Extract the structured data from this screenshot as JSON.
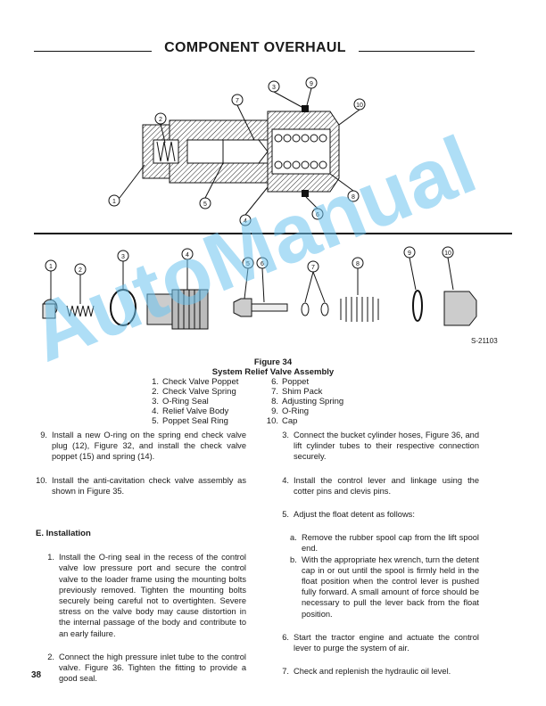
{
  "header": {
    "title": "COMPONENT OVERHAUL"
  },
  "figure": {
    "number": "Figure 34",
    "title": "System Relief Valve Assembly",
    "code": "S-21103",
    "callouts_top": [
      "1",
      "2",
      "3",
      "4",
      "5",
      "6",
      "7",
      "8",
      "9",
      "10"
    ],
    "callouts_exploded": [
      "1",
      "2",
      "3",
      "4",
      "5",
      "6",
      "7",
      "8",
      "9",
      "10"
    ],
    "legend_left": [
      {
        "n": "1.",
        "label": "Check Valve Poppet"
      },
      {
        "n": "2.",
        "label": "Check Valve Spring"
      },
      {
        "n": "3.",
        "label": "O-Ring Seal"
      },
      {
        "n": "4.",
        "label": "Relief Valve Body"
      },
      {
        "n": "5.",
        "label": "Poppet Seal Ring"
      }
    ],
    "legend_right": [
      {
        "n": "6.",
        "label": "Poppet"
      },
      {
        "n": "7.",
        "label": "Shim Pack"
      },
      {
        "n": "8.",
        "label": "Adjusting Spring"
      },
      {
        "n": "9.",
        "label": "O-Ring"
      },
      {
        "n": "10.",
        "label": "Cap"
      }
    ]
  },
  "left_column": {
    "items_top": [
      {
        "n": "9.",
        "text": "Install a new O-ring on the spring end check valve plug (12), Figure 32, and install the check valve poppet (15) and spring (14)."
      },
      {
        "n": "10.",
        "text": "Install the anti-cavitation check valve assembly as shown in Figure 35."
      }
    ],
    "heading": "E.   Installation",
    "items_bottom": [
      {
        "n": "1.",
        "text": "Install the O-ring seal in the recess of the control valve low pressure port and secure the control valve to the loader frame using the mounting bolts previously removed. Tighten the mounting bolts securely being careful not to overtighten. Severe stress on the valve body may cause distortion in the internal passage of the body and contribute to an early failure."
      },
      {
        "n": "2.",
        "text": "Connect the high pressure inlet tube to the control valve. Figure 36. Tighten the fitting to provide a good seal."
      }
    ]
  },
  "right_column": {
    "items": [
      {
        "n": "3.",
        "text": "Connect the bucket cylinder hoses, Figure 36, and lift cylinder tubes to their respective connection securely."
      },
      {
        "n": "4.",
        "text": "Install the control lever and linkage using the cotter pins and clevis pins."
      },
      {
        "n": "5.",
        "text": "Adjust the float detent as follows:"
      }
    ],
    "subitems": [
      {
        "n": "a.",
        "text": "Remove the rubber spool cap from the lift spool end."
      },
      {
        "n": "b.",
        "text": "With the appropriate hex wrench, turn the detent cap in or out until the spool is firmly held in the float position when the control lever is pushed fully forward. A small amount of force should be necessary to pull the lever back from the float position."
      }
    ],
    "items_after": [
      {
        "n": "6.",
        "text": "Start the tractor engine and actuate the control lever to purge the system of air."
      },
      {
        "n": "7.",
        "text": "Check and replenish the hydraulic oil level."
      }
    ]
  },
  "footer": {
    "page_number": "38"
  },
  "watermark": "AutoManual",
  "colors": {
    "watermark": "#6cc4ef",
    "ink": "#1a1a1a"
  }
}
